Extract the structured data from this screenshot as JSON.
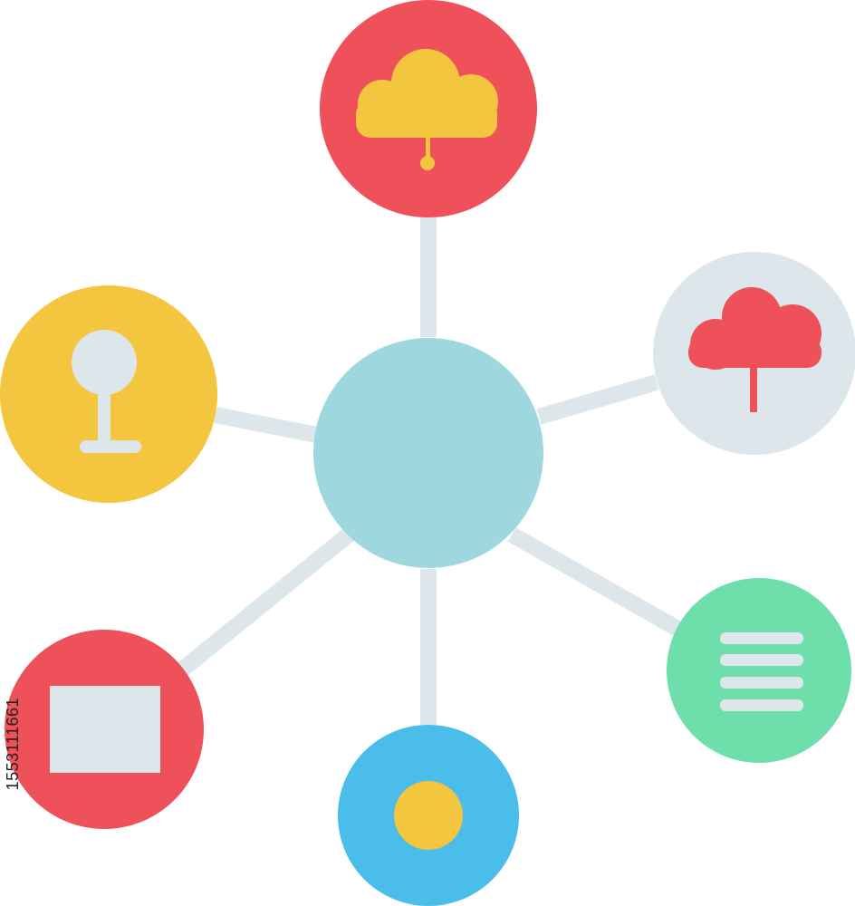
{
  "image_id_text": "1553111661",
  "colors": {
    "connector": "#DDE6EA",
    "hub": "#9ED8DE",
    "red": "#EE5159",
    "yellow": "#F4C53E",
    "light_gray": "#DDE6EA",
    "blue": "#4ABDEA",
    "green": "#6EDFAA"
  },
  "nodes": [
    {
      "id": "top",
      "icon": "cloud-connect-icon",
      "fill": "#EE5159"
    },
    {
      "id": "left",
      "icon": "tree-icon",
      "fill": "#F4C53E"
    },
    {
      "id": "right",
      "icon": "cloud-tree-icon",
      "fill": "#DDE6EA"
    },
    {
      "id": "bottom-left",
      "icon": "window-icon",
      "fill": "#EE5159"
    },
    {
      "id": "bottom",
      "icon": "dot-icon",
      "fill": "#4ABDEA"
    },
    {
      "id": "bottom-right",
      "icon": "menu-lines-icon",
      "fill": "#6EDFAA"
    }
  ]
}
